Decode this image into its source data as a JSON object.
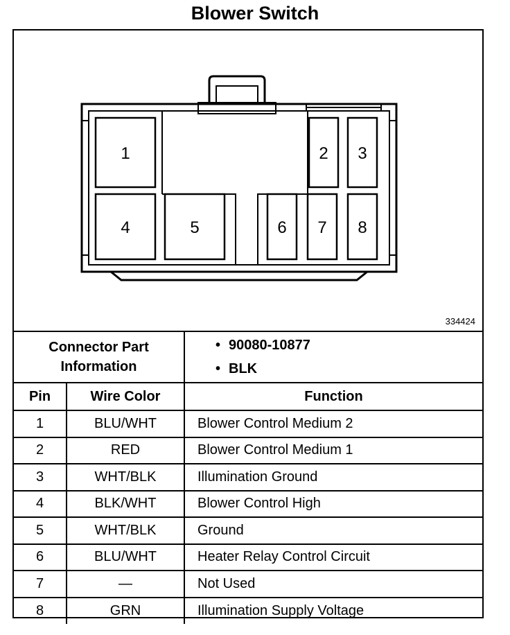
{
  "title": "Blower Switch",
  "drawing_number": "334424",
  "connector": {
    "label": [
      "Connector Part",
      "Information"
    ],
    "info": [
      "90080-10877",
      "BLK"
    ]
  },
  "pins": [
    "1",
    "2",
    "3",
    "4",
    "5",
    "6",
    "7",
    "8"
  ],
  "table": {
    "headers": {
      "pin": "Pin",
      "wire": "Wire Color",
      "function": "Function"
    },
    "rows": [
      {
        "pin": "1",
        "wire": "BLU/WHT",
        "function": "Blower Control Medium 2"
      },
      {
        "pin": "2",
        "wire": "RED",
        "function": "Blower Control Medium 1"
      },
      {
        "pin": "3",
        "wire": "WHT/BLK",
        "function": "Illumination Ground"
      },
      {
        "pin": "4",
        "wire": "BLK/WHT",
        "function": "Blower Control High"
      },
      {
        "pin": "5",
        "wire": "WHT/BLK",
        "function": "Ground"
      },
      {
        "pin": "6",
        "wire": "BLU/WHT",
        "function": "Heater Relay Control Circuit"
      },
      {
        "pin": "7",
        "wire": "—",
        "function": "Not Used"
      },
      {
        "pin": "8",
        "wire": "GRN",
        "function": "Illumination Supply Voltage"
      }
    ]
  }
}
